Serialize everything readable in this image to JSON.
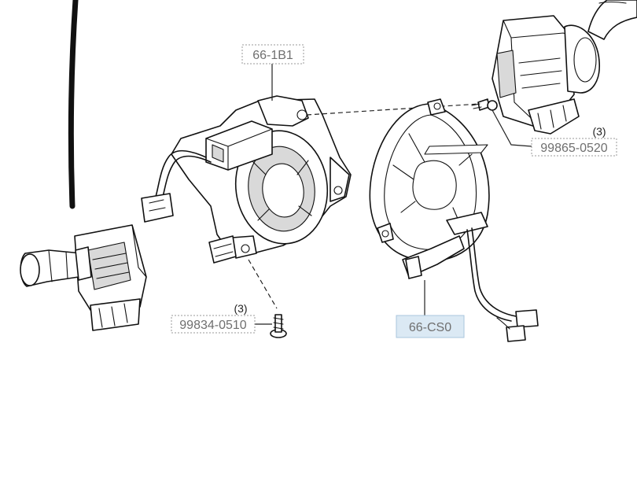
{
  "labels": {
    "clock_spring_housing": "66-1B1",
    "clock_spring": "66-CS0",
    "screw_upper": "99865-0520",
    "screw_lower": "99834-0510",
    "qty_upper": "(3)",
    "qty_lower": "(3)"
  },
  "colors": {
    "highlight": "#dbe9f4",
    "label_text": "#6f6f6f"
  }
}
